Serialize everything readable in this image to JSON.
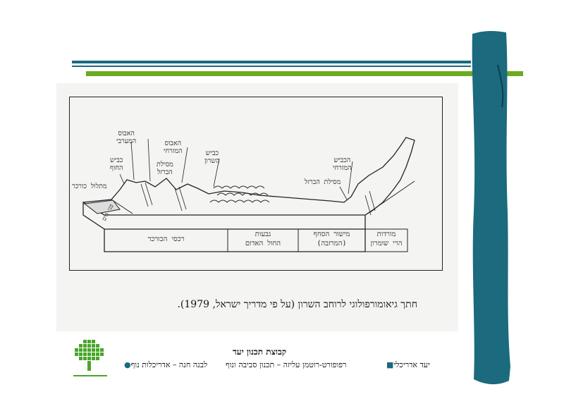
{
  "colors": {
    "teal": "#1b6a7e",
    "teal_dark": "#145a6d",
    "green": "#6aab1f",
    "tree_green": "#4aa52a"
  },
  "diagram": {
    "labels": {
      "western_ridge": [
        "האבוס",
        "המערבי"
      ],
      "eastern_ridge": [
        "האבוס",
        "המזרחי"
      ],
      "coast_road": [
        "כביש",
        "החוף"
      ],
      "railway_west": [
        "מסילת",
        "הברזל"
      ],
      "sharon_road": [
        "כביש",
        "השרון"
      ],
      "kurkar_cliff": "מתלול כורכר",
      "sea_level": "פני הים",
      "eastern_road": [
        "הכביש",
        "המזרחי"
      ],
      "railway_east": "מסילת הברזל"
    },
    "table": [
      [
        "רכסי הכורכר"
      ],
      [
        "גבעות",
        "החול האדום"
      ],
      [
        "מישור הסחף",
        "(המרזבה)"
      ],
      [
        "מורדות",
        "הרי שומרון"
      ]
    ]
  },
  "caption": "חתך גיאומורפולוגי לרוחב השרון (על פי מדריך ישראל, 1979).",
  "footer": {
    "title": "קבוצת תכנון יעד",
    "credit_1": "יעד אדריכלי",
    "credit_2": "רפופורט-רוטמן עליזה – תכנון סביבה ונוף",
    "credit_3": "לבנה חנה – אדריכלות נוף"
  }
}
